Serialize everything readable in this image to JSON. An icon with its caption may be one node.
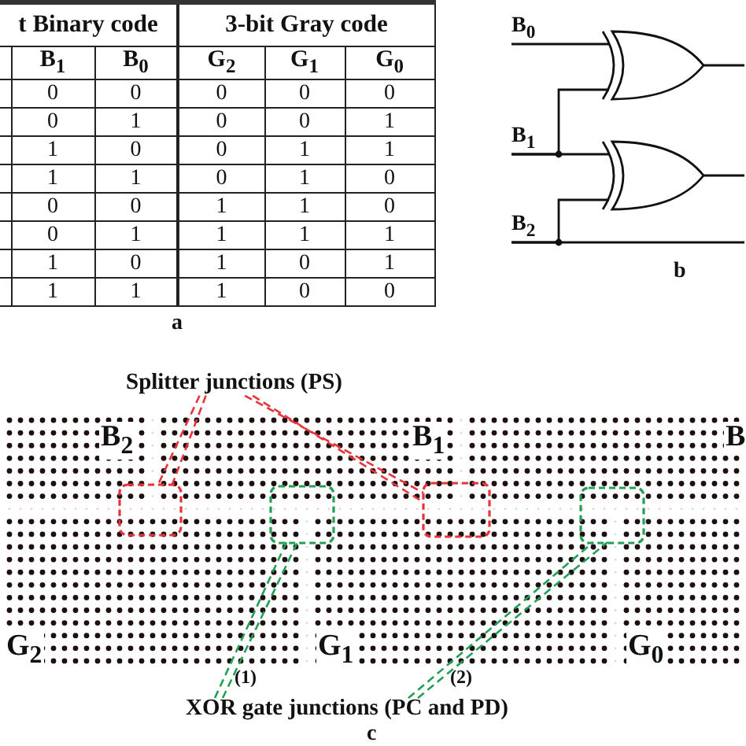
{
  "diagram": {
    "nodes": [
      {
        "text": [
          "B$_{0}$"
        ]
      },
      {
        "text": [],
        "shape": "gate"
      },
      {
        "text": [
          "B$_{1}$"
        ]
      },
      {
        "text": [],
        "shape": "gate"
      },
      {
        "text": [
          "B$_{2}$"
        ]
      },
      {
        "text": [
          "Splitter junctions (PS)"
        ]
      },
      {
        "text": [],
        "shape": "box"
      },
      {
        "text": [],
        "shape": "box"
      },
      {
        "text": [],
        "shape": "box"
      },
      {
        "text": [],
        "shape": "box"
      },
      {
        "text": [
          "XOR gate junctions (PC and PD)"
        ]
      }
    ],
    "edges": [
      {
        "from": 0,
        "to": 1,
        "arrow": "none"
      },
      {
        "from": 2,
        "to": 1,
        "arrow": "none"
      },
      {
        "from": 2,
        "to": 3,
        "arrow": "none"
      },
      {
        "from": 4,
        "to": 3,
        "arrow": "none"
      },
      {
        "from": 1,
        "to": null,
        "arrow": "none"
      },
      {
        "from": 3,
        "to": null,
        "arrow": "none"
      },
      {
        "from": 4,
        "to": null,
        "arrow": "none"
      },
      {
        "from": 5,
        "to": 6,
        "arrow": "none",
        "style": "dashed",
        "color": "#e8333a"
      },
      {
        "from": 5,
        "to": 8,
        "arrow": "none",
        "style": "dashed",
        "color": "#e8333a"
      },
      {
        "from": 10,
        "to": 7,
        "arrow": "none",
        "style": "dashed",
        "color": "#22a055"
      },
      {
        "from": 10,
        "to": 9,
        "arrow": "none",
        "style": "dashed",
        "color": "#22a055"
      }
    ],
    "labels": [
      "t Binary code",
      "3-bit Gray code",
      "B$_{1}$",
      "B$_{0}$",
      "G$_{2}$",
      "G$_{1}$",
      "G$_{0}$",
      "0",
      "0",
      "0",
      "0",
      "0",
      "0",
      "1",
      "0",
      "0",
      "1",
      "1",
      "0",
      "0",
      "1",
      "1",
      "1",
      "1",
      "0",
      "1",
      "0",
      "0",
      "0",
      "1",
      "1",
      "0",
      "0",
      "1",
      "1",
      "1",
      "1",
      "1",
      "0",
      "1",
      "0",
      "1",
      "1",
      "1",
      "1",
      "0",
      "0",
      "a",
      "b",
      "B$_{2}$",
      "B$_{1}$",
      "B",
      "G$_{2}$",
      "G$_{1}$",
      "G$_{0}$",
      "(1)",
      "(2)",
      "c"
    ]
  }
}
